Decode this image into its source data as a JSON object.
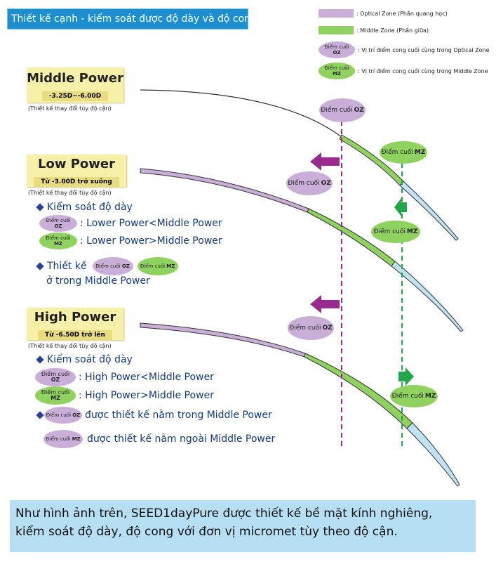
{
  "title": "Thiết kế cạnh - kiểm soát được độ dày và độ cong",
  "legend": {
    "oz_label": ": Optical Zone (Phần quang học)",
    "mz_label": ": Middle Zone (Phần giữa)",
    "oz_point_desc": ": Vị trí điểm cong cuối cùng trong Optical Zone",
    "mz_point_desc": ": Vị trí điểm cong cuối cùng trong Middle Zone",
    "oval_word": "Điểm cuối",
    "oz_abbr": "OZ",
    "mz_abbr": "MZ"
  },
  "colors": {
    "optical_zone": "#c9aed8",
    "middle_zone": "#8fd25f",
    "edge_zone": "#bfe3f3",
    "arrow_purple": "#9b2a8f",
    "arrow_green": "#1fa74a",
    "title_bg": "#1d8fd0",
    "footer_bg": "#b6dff3",
    "power_box": "#f7f0a8"
  },
  "middle_power": {
    "name": "Middle Power",
    "range": "-3.25D~-6.00D",
    "note": "(Thiết kế thay đổi tùy độ cận)"
  },
  "low_power": {
    "name": "Low Power",
    "range": "Từ -3.00D trở xuống",
    "note": "(Thiết kế thay đổi tùy độ cận)",
    "thickness_heading": "Kiểm soát độ dày",
    "oz_relation": ": Lower Power<Middle Power",
    "mz_relation": ": Lower Power>Middle Power",
    "design_heading": "Thiết kế",
    "design_tail": "ở trong Middle Power"
  },
  "high_power": {
    "name": "High Power",
    "range": "Từ -6.50D trở lên",
    "note": "(Thiết kế thay đổi tùy độ cận)",
    "thickness_heading": "Kiểm soát độ dày",
    "oz_relation": ": High Power<Middle Power",
    "mz_relation": ": High Power>Middle Power",
    "oz_design": "được thiết kế nằm trong Middle Power",
    "mz_design": "được thiết kế nằm ngoài Middle Power"
  },
  "diagram_labels": {
    "oz": "Điểm cuối",
    "mz": "Điểm cuối"
  },
  "footer": {
    "line1": "Như hình ảnh trên, SEED1dayPure được thiết kế bề mặt kính nghiêng,",
    "line2": "kiểm soát độ dày, độ cong với đơn vị micromet tùy theo độ cận."
  }
}
